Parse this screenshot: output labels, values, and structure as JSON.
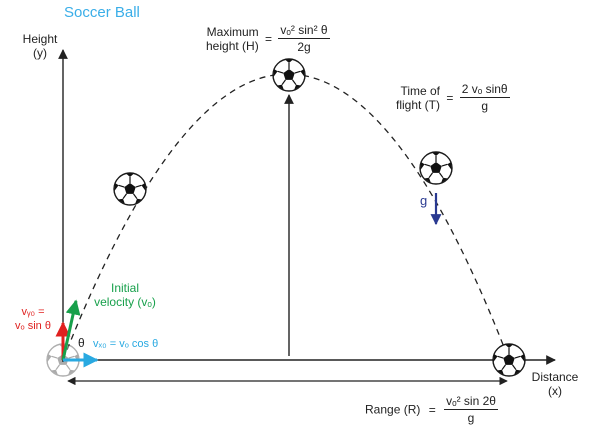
{
  "title": "Soccer Ball",
  "colors": {
    "title": "#3aaee8",
    "vy_arrow": "#e0201f",
    "initial_velocity": "#17a04b",
    "vx_arrow": "#29a9e1",
    "gravity": "#2a3a91",
    "line": "#222222"
  },
  "axes": {
    "y_label": "Height",
    "y_unit": "(y)",
    "x_label": "Distance",
    "x_unit": "(x)"
  },
  "max_height": {
    "label_line1": "Maximum",
    "label_line2": "height (H)",
    "equals": "=",
    "numerator": "vₒ² sin² θ",
    "denominator": "2g"
  },
  "time_of_flight": {
    "label_line1": "Time of",
    "label_line2": "flight (T)",
    "equals": "=",
    "numerator": "2 vₒ sinθ",
    "denominator": "g"
  },
  "range": {
    "label": "Range (R)",
    "equals": "=",
    "numerator": "vₒ² sin 2θ",
    "denominator": "g"
  },
  "gravity_label": "g",
  "initial_velocity": {
    "line1": "Initial",
    "line2": "velocity (vₒ)"
  },
  "vy0": {
    "line1": "vᵧ₀ =",
    "line2": "vₒ sin θ"
  },
  "vx0": "vₓ₀ = vₒ cos θ",
  "theta": "θ",
  "icons": [
    "soccer-ball-icon",
    "arrow-icon"
  ]
}
